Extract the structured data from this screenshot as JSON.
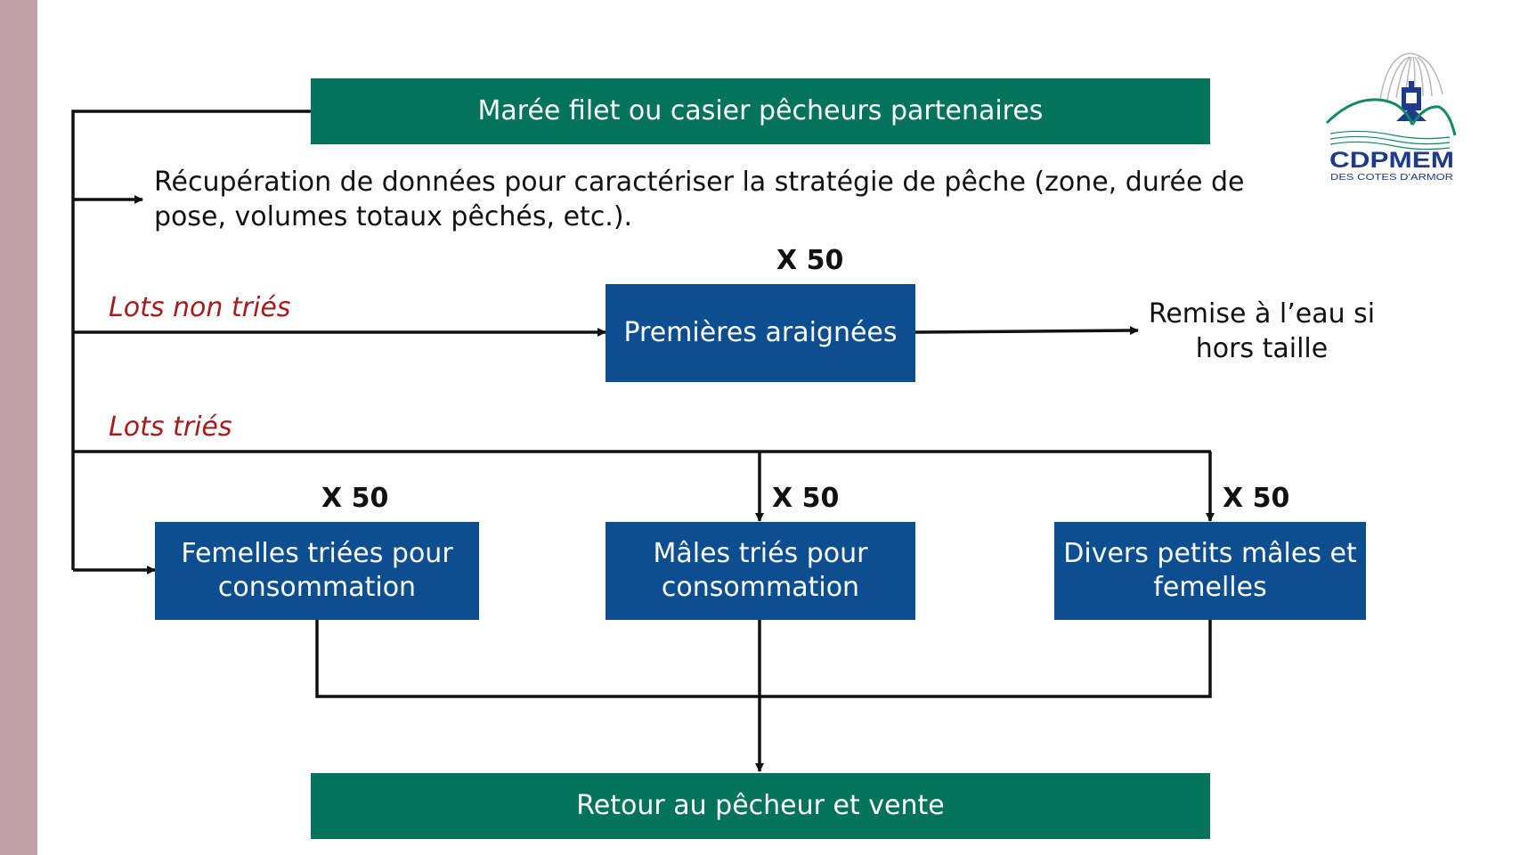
{
  "sidebar_color": "#bfa1a9",
  "colors": {
    "green_box": "#03735c",
    "blue_box": "#0c4e90",
    "lot_label": "#a61c1c",
    "logo_green": "#0f8a63",
    "logo_blue": "#1e3a8a"
  },
  "nodes": {
    "start": "Marée filet ou casier pêcheurs partenaires",
    "data_note": "Récupération de données pour caractériser la stratégie de pêche (zone, durée de pose, volumes totaux pêchés, etc.).",
    "first_spiders": "Premières araignées",
    "release": "Remise à l’eau si hors taille",
    "females": "Femelles triées pour consommation",
    "males": "Mâles triés pour consommation",
    "mixed": "Divers petits mâles et femelles",
    "end": "Retour au pêcheur et vente"
  },
  "labels": {
    "unsorted": "Lots non triés",
    "sorted": "Lots triés"
  },
  "multipliers": {
    "first_spiders": "X 50",
    "females": "X 50",
    "males": "X 50",
    "mixed": "X 50"
  },
  "logo": {
    "name": "CDPMEM",
    "subtitle": "DES COTES D'ARMOR"
  }
}
